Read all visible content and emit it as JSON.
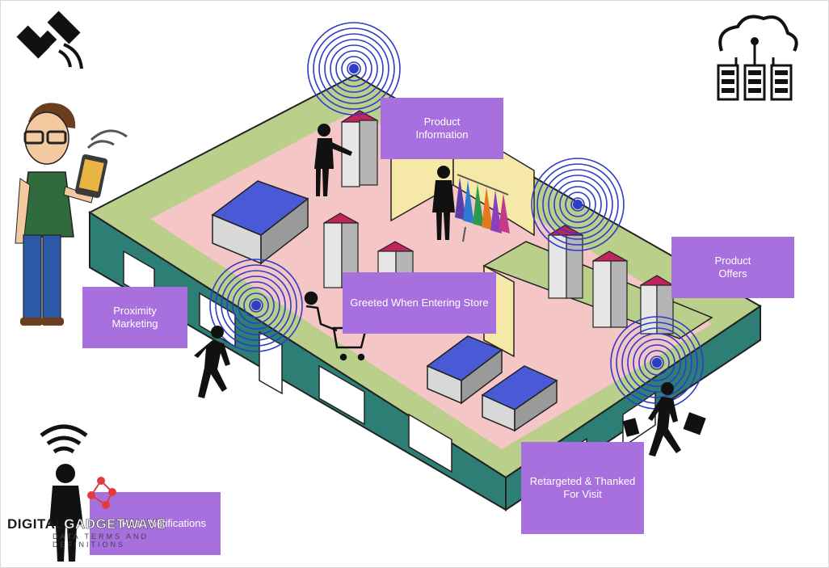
{
  "callouts": {
    "product_information": [
      "Product",
      "Information"
    ],
    "product_offers": [
      "Product",
      "Offers"
    ],
    "proximity_marketing": [
      "Proximity",
      "Marketing"
    ],
    "greeted": "Greeted When Entering Store",
    "retargeted": [
      "Retargeted & Thanked",
      "For Visit"
    ],
    "notifications": "Push Notifications"
  },
  "watermark": {
    "brand_a": "DIGITAL",
    "brand_b": "GADGETWAVE",
    "sub_line1": "DATA TERMS AND",
    "sub_line2": "DEFINITIONS"
  },
  "colors": {
    "callout": "#a86fdf",
    "floor": "#f5c6c6",
    "walls": "#2d7f76",
    "outer_floor": "#b9cf8a",
    "beacon": "#2e3cc6",
    "display_top": "#4a5ad6",
    "shelf_top": "#c0245c",
    "fitting_room": "#f6e9a8"
  },
  "icons": [
    "satellite-icon",
    "cloud-server-icon",
    "wifi-icon",
    "beacon-icon",
    "shopkeeper-icon",
    "shopper-icon",
    "cart-icon",
    "clothes-rack-icon"
  ]
}
